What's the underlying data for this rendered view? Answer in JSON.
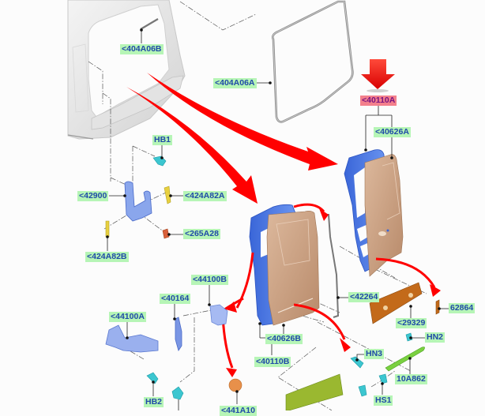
{
  "diagram": {
    "title": "Rear door exploded parts diagram",
    "colors": {
      "callout_bg": "#b6f5b6",
      "callout_text": "#1f4aa8",
      "highlight_bg": "#f3808c",
      "highlight_text": "#7a1280",
      "arrow_red": "#ff0000",
      "door_frame_blue": "#4a78e0",
      "door_trim_tan": "#c9a184",
      "fastener_cyan": "#3cc6d0",
      "clip_yellow": "#e8d040",
      "stop_orange": "#d9603a",
      "insulator_brown": "#c36a1a",
      "strip_green": "#7ad040",
      "panel_olive": "#9ab830"
    },
    "callouts": [
      {
        "id": "404A06B",
        "text": "<404A06B"
      },
      {
        "id": "404A06A",
        "text": "<404A06A"
      },
      {
        "id": "40110A",
        "text": "<40110A",
        "highlighted": true
      },
      {
        "id": "40626A",
        "text": "<40626A"
      },
      {
        "id": "HB1",
        "text": "HB1"
      },
      {
        "id": "42900",
        "text": "<42900"
      },
      {
        "id": "424A82A",
        "text": "<424A82A"
      },
      {
        "id": "265A28",
        "text": "<265A28"
      },
      {
        "id": "424A82B",
        "text": "<424A82B"
      },
      {
        "id": "44100B",
        "text": "<44100B"
      },
      {
        "id": "40164",
        "text": "<40164"
      },
      {
        "id": "44100A",
        "text": "<44100A"
      },
      {
        "id": "42264",
        "text": "<42264"
      },
      {
        "id": "29329",
        "text": "<29329"
      },
      {
        "id": "62864",
        "text": "62864"
      },
      {
        "id": "40626B",
        "text": "<40626B"
      },
      {
        "id": "40110B",
        "text": "<40110B"
      },
      {
        "id": "HN3",
        "text": "HN3"
      },
      {
        "id": "HN2",
        "text": "HN2"
      },
      {
        "id": "10A862",
        "text": "10A862"
      },
      {
        "id": "HS1",
        "text": "HS1"
      },
      {
        "id": "HB2",
        "text": "HB2"
      },
      {
        "id": "441A10",
        "text": "<441A10"
      }
    ]
  }
}
